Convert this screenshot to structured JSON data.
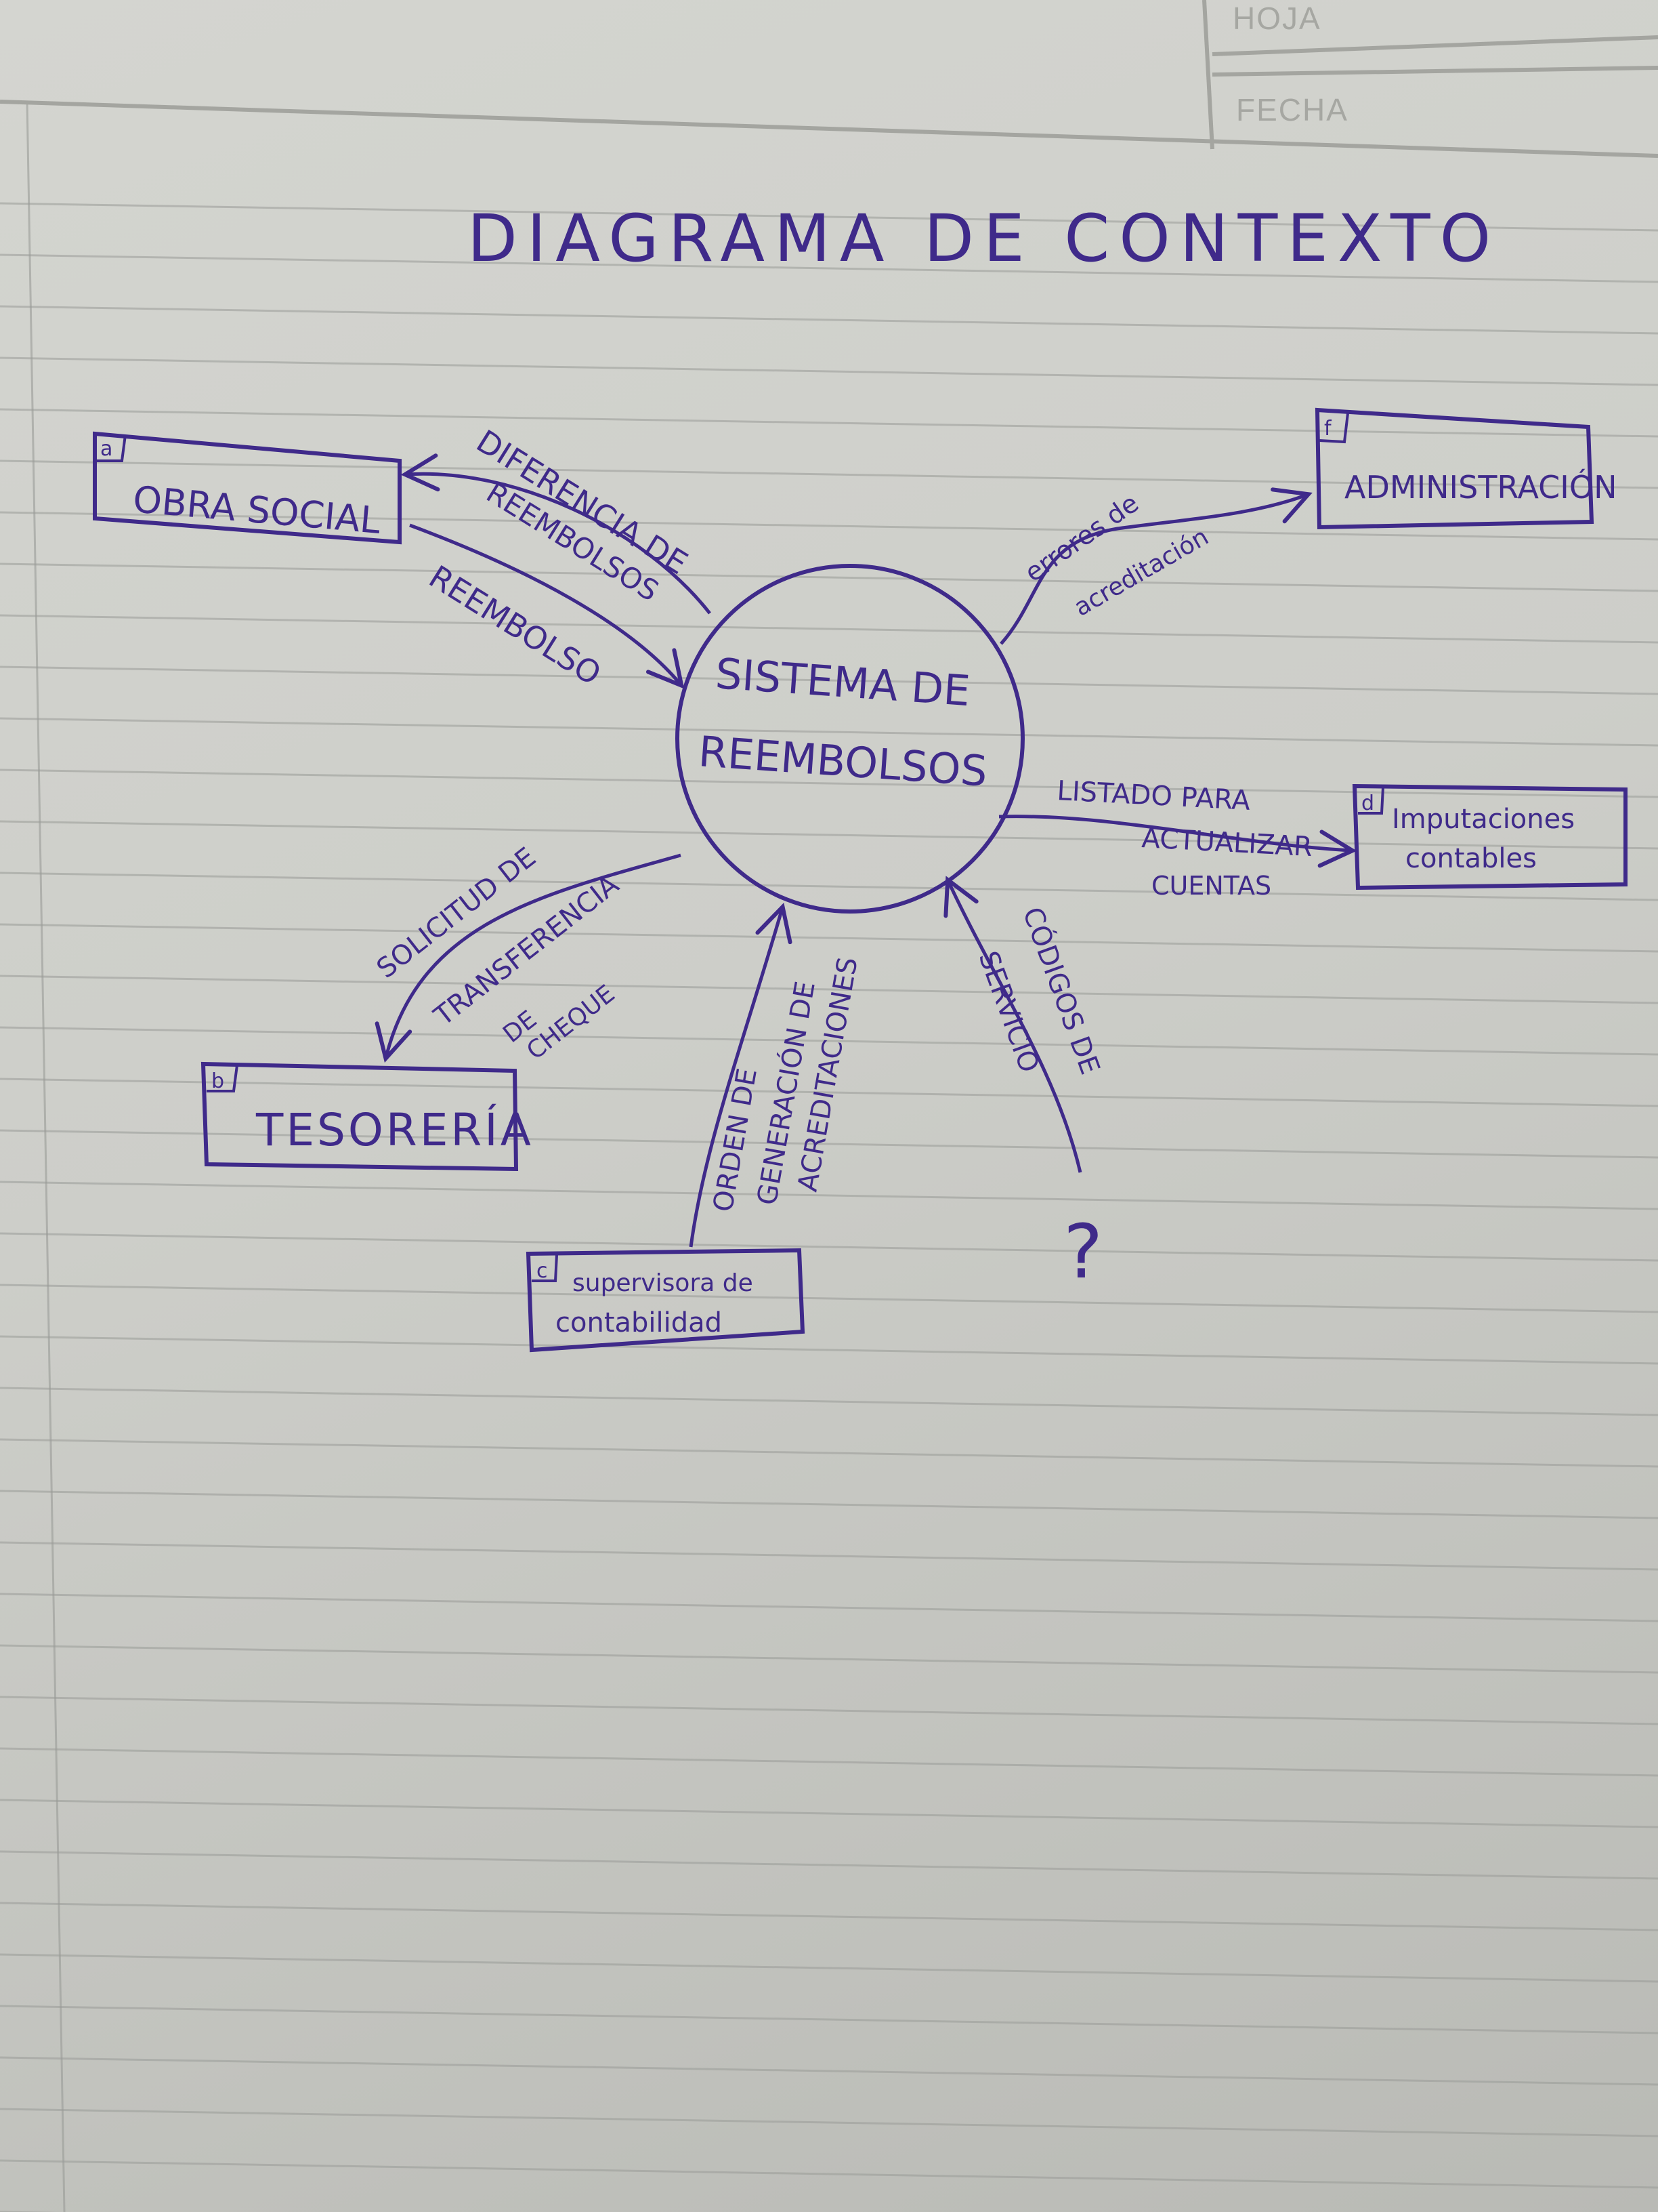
{
  "header": {
    "sheet_label": "HOJA",
    "date_label": "FECHA"
  },
  "title": "DIAGRAMA DE CONTEXTO",
  "process": {
    "line1": "SISTEMA DE",
    "line2": "REEMBOLSOS"
  },
  "entities": {
    "obra_social": {
      "tag": "a",
      "label": "OBRA SOCIAL"
    },
    "administracion": {
      "tag": "f",
      "label": "ADMINISTRACIÓN"
    },
    "imputaciones": {
      "tag": "d",
      "line1": "Imputaciones",
      "line2": "contables"
    },
    "tesoreria": {
      "tag": "b",
      "label": "TESORERÍA"
    },
    "supervisora": {
      "tag": "c",
      "line1": "supervisora de",
      "line2": "contabilidad"
    },
    "unknown": {
      "label": "?"
    }
  },
  "flows": {
    "diferencia": {
      "line1": "DIFERENCIA DE",
      "line2": "REEMBOLSOS"
    },
    "reembolso": {
      "label": "REEMBOLSO"
    },
    "errores": {
      "line1": "errores de",
      "line2": "acreditación"
    },
    "listado": {
      "line1": "LISTADO PARA",
      "line2": "ACTUALIZAR",
      "line3": "CUENTAS"
    },
    "solicitud": {
      "line1": "SOLICITUD DE",
      "line2": "TRANSFERENCIA",
      "line3": "DE",
      "line4": "CHEQUE"
    },
    "orden": {
      "line1": "ORDEN DE",
      "line2": "GENERACIÓN DE",
      "line3": "ACREDITACIONES"
    },
    "codigos": {
      "line1": "CÓDIGOS DE",
      "line2": "SERVICIO"
    }
  },
  "colors": {
    "ink": "#3f2a8a",
    "paper": "#cfd0cb",
    "rule": "#9a9c98"
  }
}
